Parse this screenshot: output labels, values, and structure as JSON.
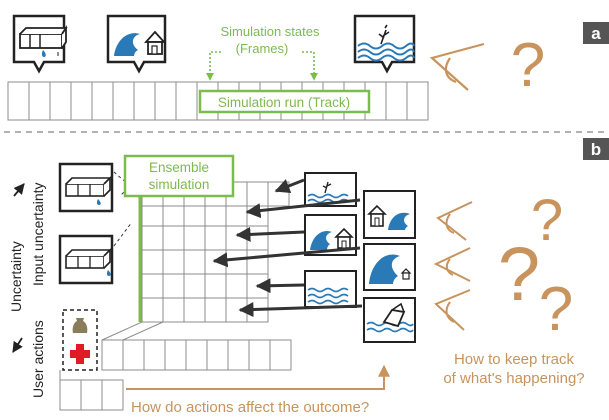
{
  "panel_a": {
    "badge": "a",
    "frames_label_line1": "Simulation states",
    "frames_label_line2": "(Frames)",
    "track_label": "Simulation run (Track)"
  },
  "panel_b": {
    "badge": "b",
    "ensemble_line1": "Ensemble",
    "ensemble_line2": "simulation",
    "axis_input": "Input uncertainty",
    "axis_uncertainty": "Uncertainty",
    "axis_user_actions": "User actions",
    "question_track_line1": "How to keep track",
    "question_track_line2": "of what's happening?",
    "question_actions": "How do actions affect the outcome?"
  },
  "colors": {
    "green": "#7dbb4c",
    "orange": "#c8935d",
    "blue": "#2a7ab8",
    "grey_line": "#8c8c8c",
    "arrow": "#333333",
    "red_cross": "#e01b24"
  },
  "icons": [
    "pipe-leak-icon",
    "wave-house-icon",
    "flood-wave-icon",
    "eye-icon",
    "question-mark-icon",
    "sandbag-icon",
    "first-aid-icon"
  ]
}
